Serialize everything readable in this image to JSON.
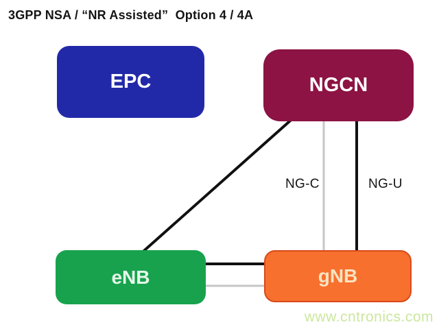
{
  "title": "3GPP NSA / “NR Assisted”  Option 4 / 4A",
  "diagram": {
    "nodes": [
      {
        "id": "epc",
        "label": "EPC",
        "fill": "#2229a8",
        "text_color": "#ffffff"
      },
      {
        "id": "ngcn",
        "label": "NGCN",
        "fill": "#8c1343",
        "text_color": "#ffffff"
      },
      {
        "id": "enb",
        "label": "eNB",
        "fill": "#18a24e",
        "text_color": "#e6f7ea"
      },
      {
        "id": "gnb",
        "label": "gNB",
        "fill": "#f8702e",
        "border_color": "#d8491a",
        "text_color": "#f9e3c1"
      }
    ],
    "edges": [
      {
        "from": "ngcn",
        "to": "enb",
        "label": "",
        "color": "#111111",
        "style": "diagonal"
      },
      {
        "from": "ngcn",
        "to": "gnb",
        "label": "NG-C",
        "color": "#c6c6c6",
        "style": "vertical"
      },
      {
        "from": "ngcn",
        "to": "gnb",
        "label": "NG-U",
        "color": "#111111",
        "style": "vertical"
      },
      {
        "from": "enb",
        "to": "gnb",
        "label": "",
        "color": "#111111",
        "style": "horizontal"
      },
      {
        "from": "enb",
        "to": "gnb",
        "label": "",
        "color": "#c6c6c6",
        "style": "horizontal"
      }
    ]
  },
  "watermark": "www.cntronics.com"
}
